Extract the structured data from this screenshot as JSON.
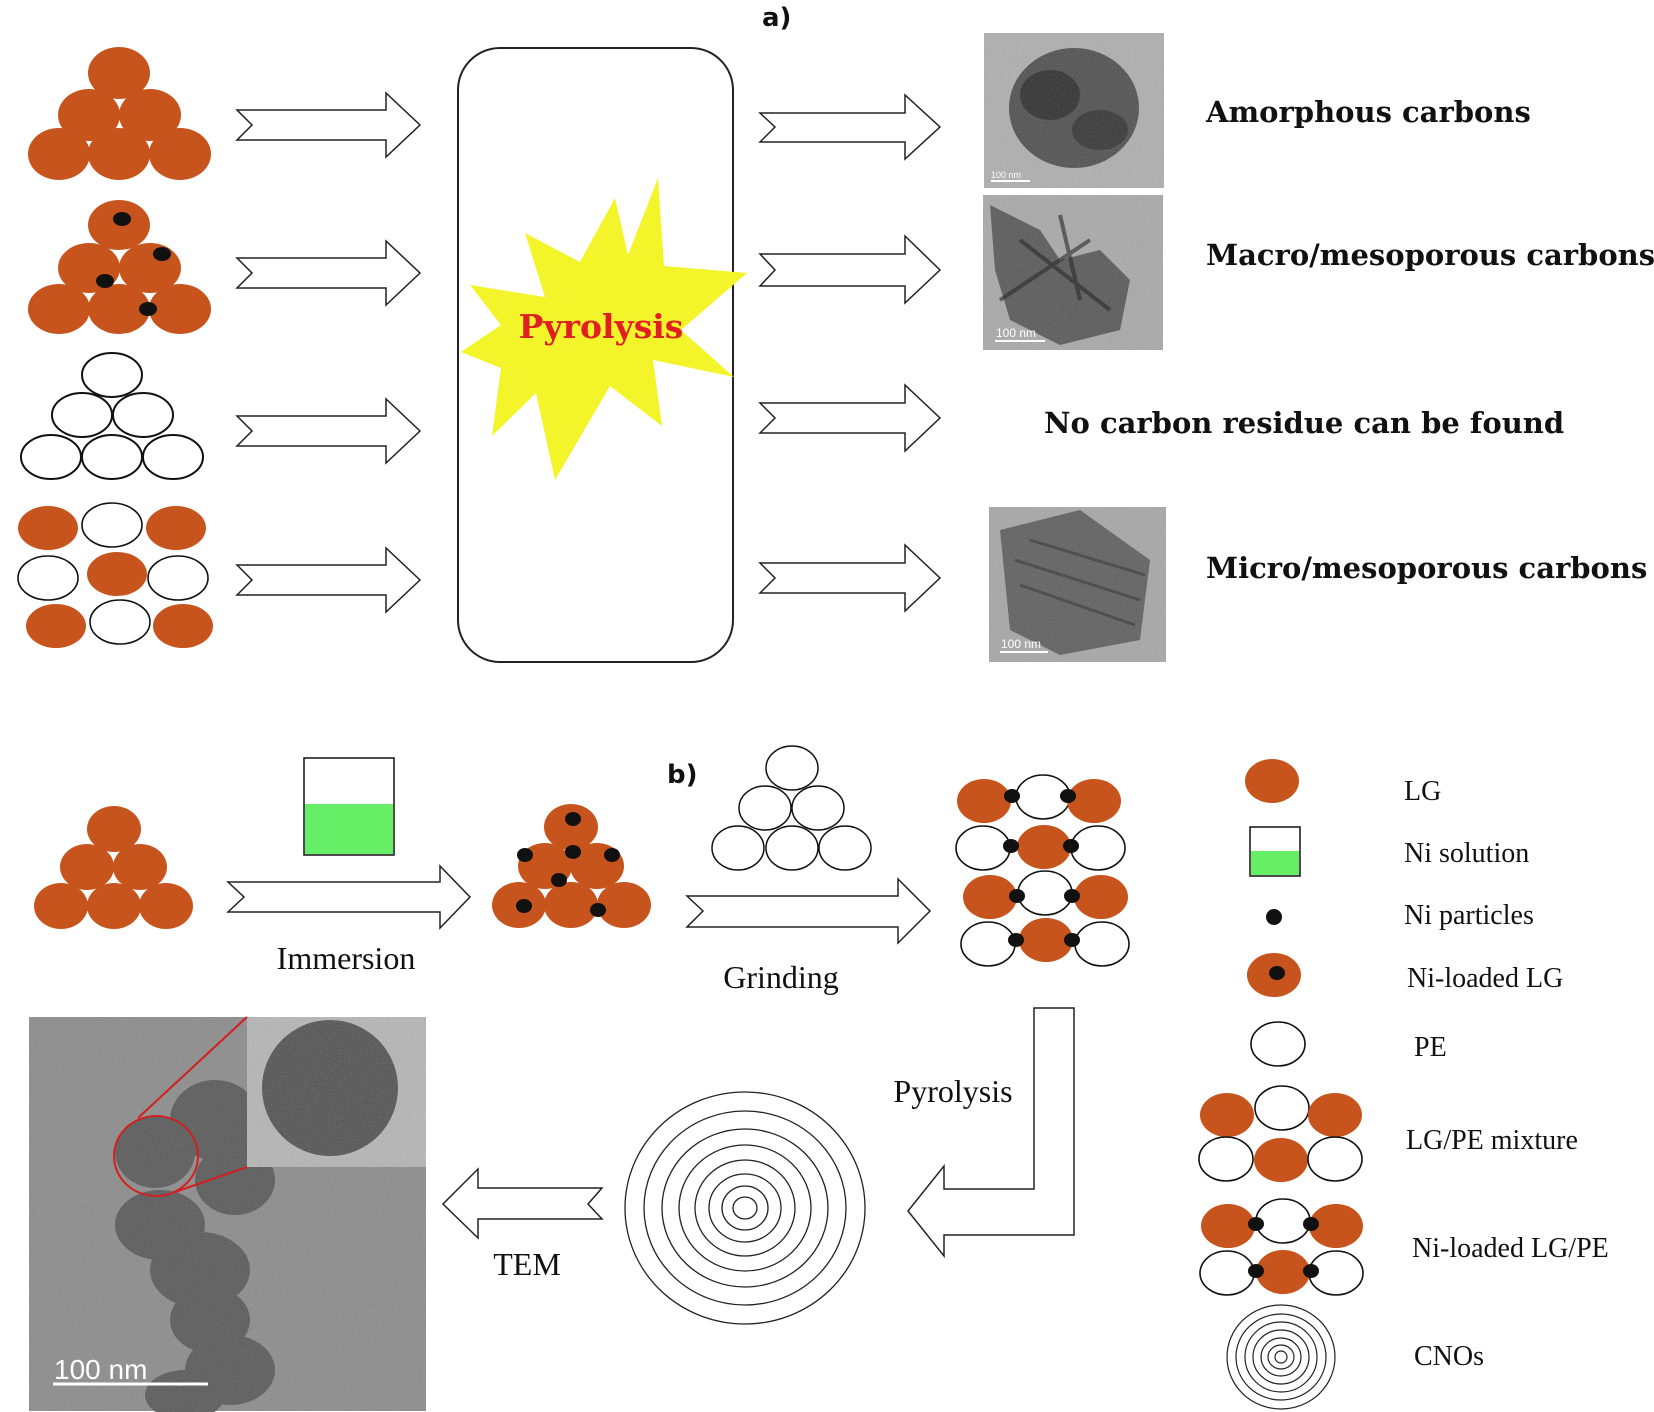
{
  "colors": {
    "lg": "#c8541d",
    "ni_particle": "#111111",
    "ni_solution": "#66ee66",
    "burst": "#f4f42a",
    "pyrolysis_text": "#e02020",
    "tem_background": "#8a8a8a"
  },
  "panel_a": {
    "label": "a)",
    "center_label": "Pyrolysis",
    "outcomes": [
      {
        "text": "Amorphous carbons",
        "scale_bar": "100 nm"
      },
      {
        "text": "Macro/mesoporous carbons",
        "scale_bar": "100 nm"
      },
      {
        "text": "No carbon residue can be found"
      },
      {
        "text": "Micro/mesoporous carbons",
        "scale_bar": "100 nm"
      }
    ]
  },
  "panel_b": {
    "label": "b)",
    "steps": {
      "immersion": "Immersion",
      "grinding": "Grinding",
      "pyrolysis": "Pyrolysis",
      "tem": "TEM"
    },
    "tem_scale_bar": "100 nm"
  },
  "legend": [
    {
      "key": "lg",
      "label": "LG"
    },
    {
      "key": "ni-solution",
      "label": "Ni solution"
    },
    {
      "key": "ni-particles",
      "label": "Ni particles"
    },
    {
      "key": "ni-loaded-lg",
      "label": "Ni-loaded LG"
    },
    {
      "key": "pe",
      "label": "PE"
    },
    {
      "key": "lg-pe-mixture",
      "label": "LG/PE mixture"
    },
    {
      "key": "ni-loaded-lg-pe",
      "label": "Ni-loaded LG/PE"
    },
    {
      "key": "cnos",
      "label": "CNOs"
    }
  ]
}
